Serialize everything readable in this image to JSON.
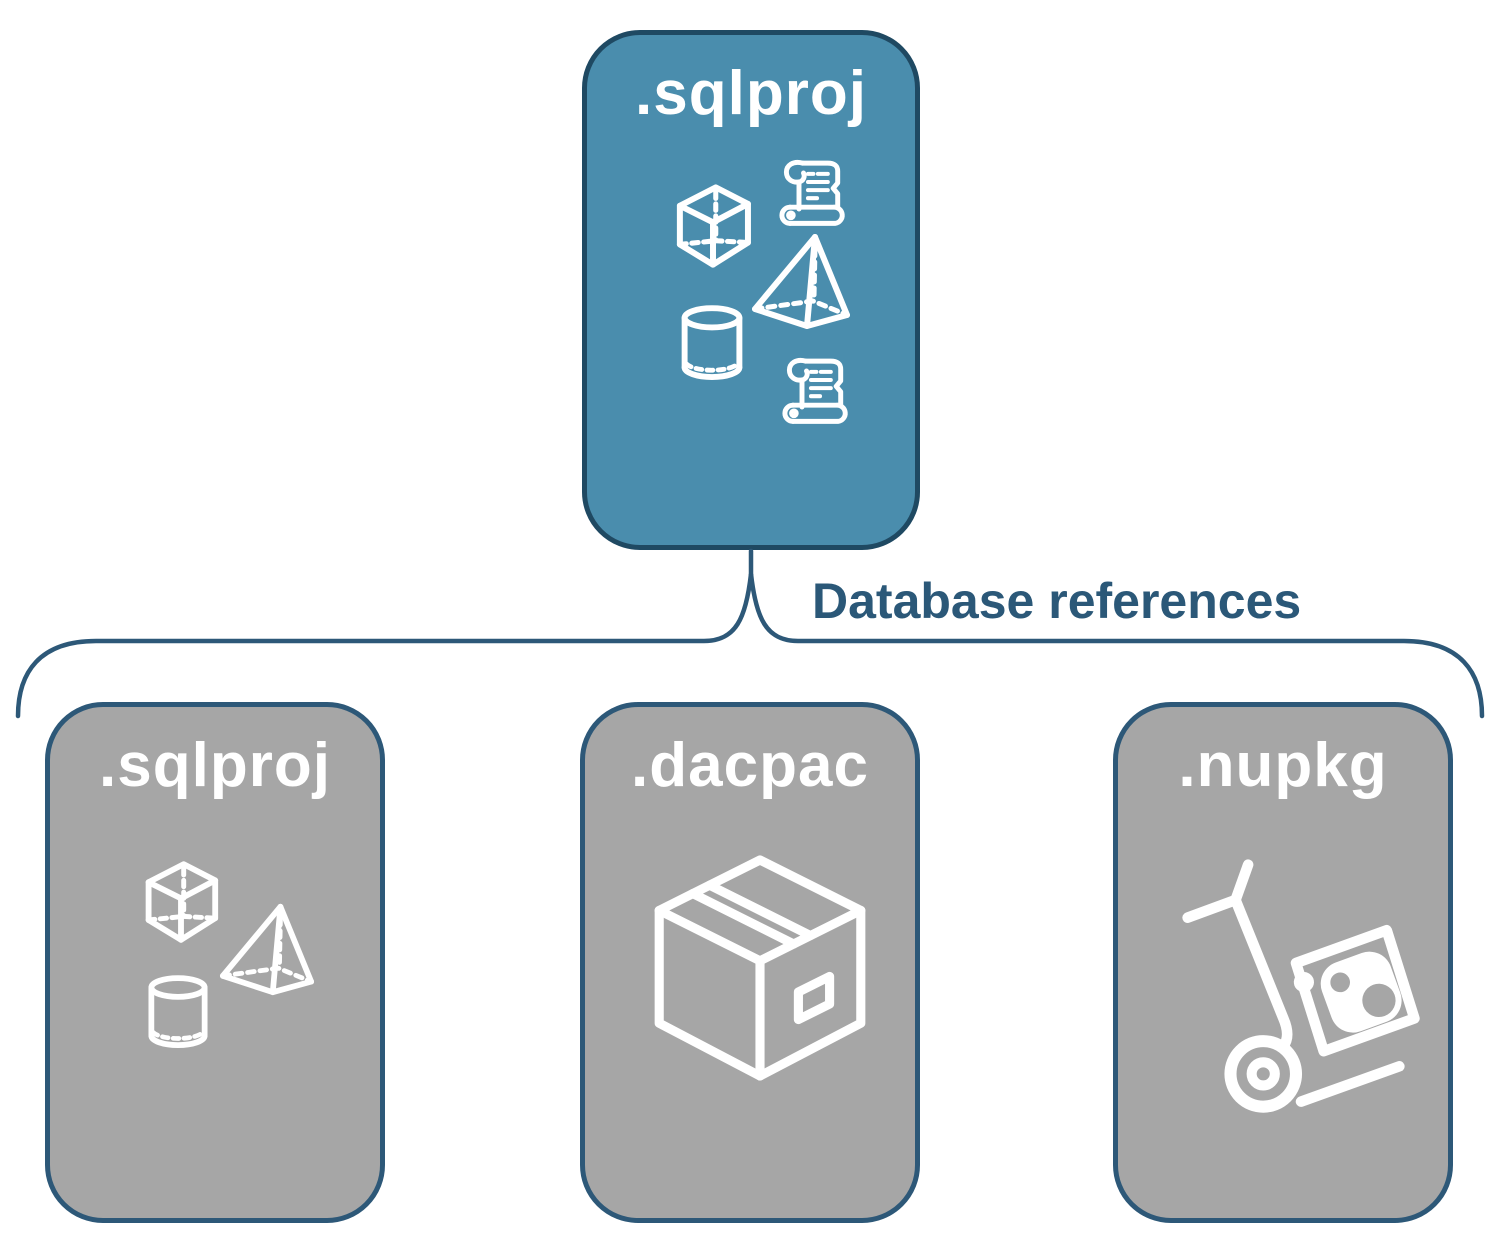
{
  "diagram": {
    "root": {
      "title": ".sqlproj",
      "icons": [
        "cube-icon",
        "scroll-icon",
        "pyramid-icon",
        "cylinder-icon",
        "scroll-icon"
      ]
    },
    "connector": {
      "label": "Database references",
      "shape": "curly-brace"
    },
    "children": [
      {
        "title": ".sqlproj",
        "icons": [
          "cube-icon",
          "pyramid-icon",
          "cylinder-icon"
        ]
      },
      {
        "title": ".dacpac",
        "icons": [
          "package-box-icon"
        ]
      },
      {
        "title": ".nupkg",
        "icons": [
          "hand-truck-icon"
        ]
      }
    ],
    "colors": {
      "root_fill": "#4a8dad",
      "root_border": "#1f4962",
      "child_fill": "#a6a6a6",
      "child_border": "#2d5878",
      "connector_stroke": "#2d5878",
      "label_text": "#2b5878",
      "title_text": "#ffffff",
      "icon_stroke": "#ffffff"
    }
  }
}
